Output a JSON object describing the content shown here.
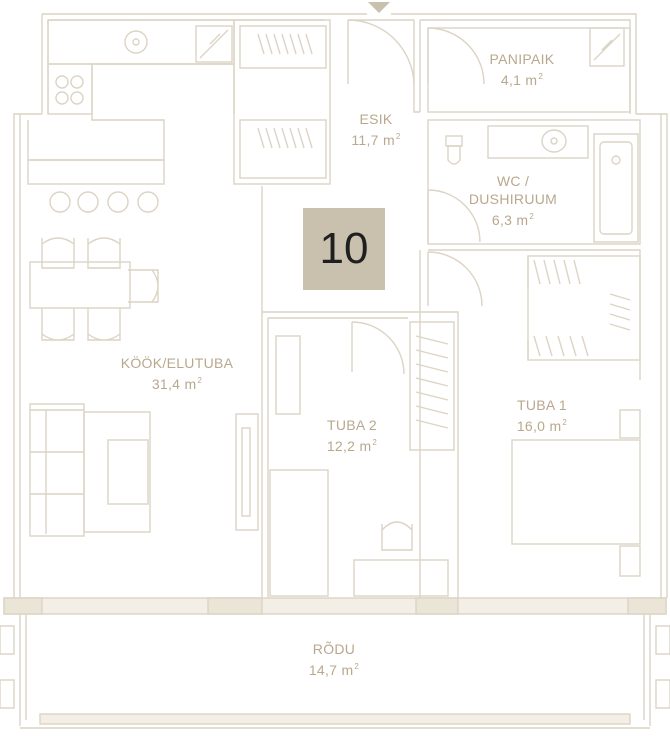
{
  "apartment_number": "10",
  "rooms": {
    "panipaik": {
      "name": "PANIPAIK",
      "area": "4,1 m",
      "unit_sup": "2"
    },
    "esik": {
      "name": "ESIK",
      "area": "11,7 m",
      "unit_sup": "2"
    },
    "wc": {
      "name_line1": "WC /",
      "name_line2": "DUSHIRUUM",
      "area": "6,3 m",
      "unit_sup": "2"
    },
    "kook": {
      "name": "KÖÖK/ELUTUBA",
      "area": "31,4 m",
      "unit_sup": "2"
    },
    "tuba2": {
      "name": "TUBA 2",
      "area": "12,2 m",
      "unit_sup": "2"
    },
    "tuba1": {
      "name": "TUBA 1",
      "area": "16,0 m",
      "unit_sup": "2"
    },
    "rodu": {
      "name": "RÕDU",
      "area": "14,7 m",
      "unit_sup": "2"
    }
  },
  "colors": {
    "line": "#dcd4c4",
    "text": "#b9a88e",
    "badge": "#c9c0ad",
    "wall_fill": "#ebe5d8"
  }
}
